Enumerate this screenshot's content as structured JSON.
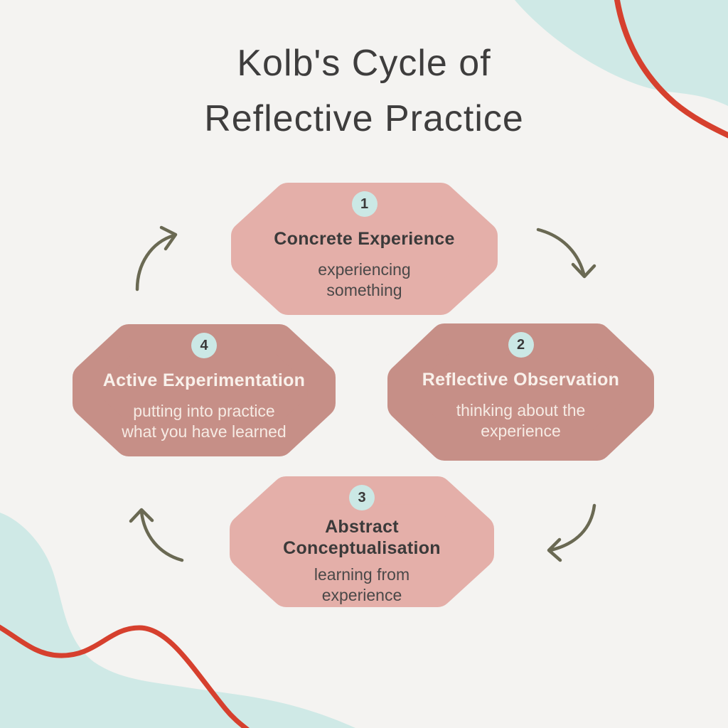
{
  "page": {
    "title": "Kolb's Cycle of\nReflective Practice"
  },
  "palette": {
    "background": "#f4f3f1",
    "card_light_pink": "#e4afa9",
    "card_dark_rose": "#c68f87",
    "number_badge_teal": "#cbe8e5",
    "decor_blob_teal": "#cfe9e6",
    "decor_line_red": "#d6402e",
    "arrow_olive": "#6a6953",
    "title_text": "#3e3d3d",
    "dark_text": "#3b3a3a",
    "cream_text": "#f9f1eb"
  },
  "stages": [
    {
      "number": "1",
      "name": "Concrete Experience",
      "description": "experiencing\nsomething"
    },
    {
      "number": "2",
      "name": "Reflective Observation",
      "description": "thinking about the\nexperience"
    },
    {
      "number": "3",
      "name": "Abstract\nConceptualisation",
      "description": "learning from\nexperience"
    },
    {
      "number": "4",
      "name": "Active Experimentation",
      "description": "putting into practice\nwhat you have learned"
    }
  ]
}
